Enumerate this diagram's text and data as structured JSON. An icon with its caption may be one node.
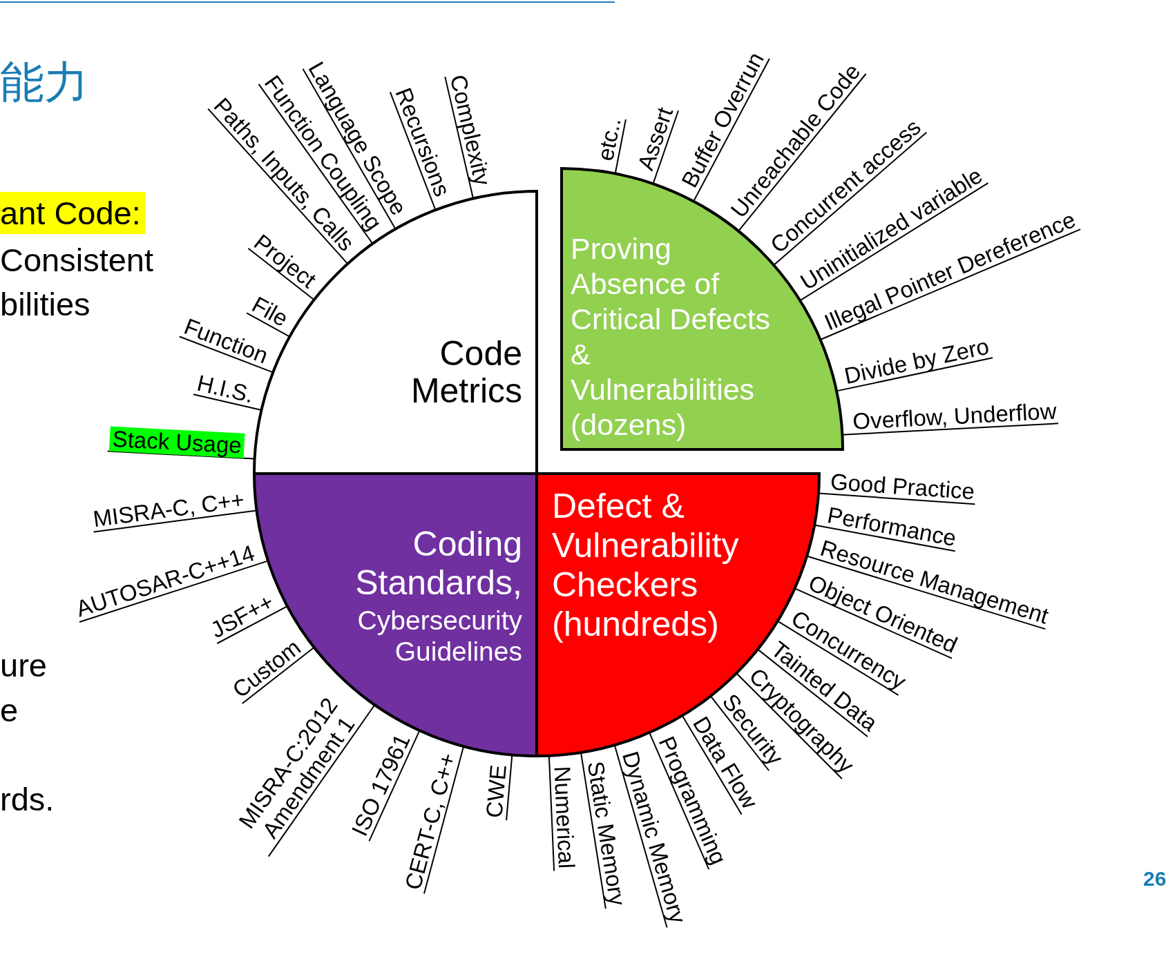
{
  "diagram": {
    "nodes": [
      {
        "text": [
          "Code Metrics"
        ]
      },
      {
        "text": [
          "Proving Absence of Critical Defects & Vulnerabilities (dozens)"
        ]
      },
      {
        "text": [
          "Coding Standards,",
          "Cybersecurity Guidelines"
        ]
      },
      {
        "text": [
          "Defect & Vulnerability Checkers (hundreds)"
        ]
      },
      {
        "text": [
          "Complexity"
        ]
      },
      {
        "text": [
          "Recursions"
        ]
      },
      {
        "text": [
          "Language Scope"
        ]
      },
      {
        "text": [
          "Function Coupling"
        ]
      },
      {
        "text": [
          "Paths, Inputs, Calls"
        ]
      },
      {
        "text": [
          "Project"
        ]
      },
      {
        "text": [
          "File"
        ]
      },
      {
        "text": [
          "Function"
        ]
      },
      {
        "text": [
          "H.I.S."
        ]
      },
      {
        "text": [
          "Stack Usage"
        ]
      },
      {
        "text": [
          "etc.."
        ]
      },
      {
        "text": [
          "Assert"
        ]
      },
      {
        "text": [
          "Buffer Overrun"
        ]
      },
      {
        "text": [
          "Unreachable Code"
        ]
      },
      {
        "text": [
          "Concurrent access"
        ]
      },
      {
        "text": [
          "Uninitialized variable"
        ]
      },
      {
        "text": [
          "Illegal Pointer Dereference"
        ]
      },
      {
        "text": [
          "Divide by Zero"
        ]
      },
      {
        "text": [
          "Overflow, Underflow"
        ]
      },
      {
        "text": [
          "Good Practice"
        ]
      },
      {
        "text": [
          "Performance"
        ]
      },
      {
        "text": [
          "Resource Management"
        ]
      },
      {
        "text": [
          "Object Oriented"
        ]
      },
      {
        "text": [
          "Concurrency"
        ]
      },
      {
        "text": [
          "Tainted Data"
        ]
      },
      {
        "text": [
          "Cryptography"
        ]
      },
      {
        "text": [
          "Security"
        ]
      },
      {
        "text": [
          "Data Flow"
        ]
      },
      {
        "text": [
          "Programming"
        ]
      },
      {
        "text": [
          "Dynamic Memory"
        ]
      },
      {
        "text": [
          "Static Memory"
        ]
      },
      {
        "text": [
          "Numerical"
        ]
      },
      {
        "text": [
          "CWE"
        ]
      },
      {
        "text": [
          "CERT-C, C++"
        ]
      },
      {
        "text": [
          "ISO 17961"
        ]
      },
      {
        "text": [
          "MISRA-C:2012 Amendment 1"
        ]
      },
      {
        "text": [
          "Custom"
        ]
      },
      {
        "text": [
          "JSF++"
        ]
      },
      {
        "text": [
          "AUTOSAR-C++14"
        ]
      },
      {
        "text": [
          "MISRA-C, C++"
        ]
      }
    ],
    "edges": [
      {
        "from": 4,
        "to": 0,
        "arrow": "none"
      },
      {
        "from": 5,
        "to": 0,
        "arrow": "none"
      },
      {
        "from": 6,
        "to": 0,
        "arrow": "none"
      },
      {
        "from": 7,
        "to": 0,
        "arrow": "none"
      },
      {
        "from": 8,
        "to": 0,
        "arrow": "none"
      },
      {
        "from": 9,
        "to": 0,
        "arrow": "none"
      },
      {
        "from": 10,
        "to": 0,
        "arrow": "none"
      },
      {
        "from": 11,
        "to": 0,
        "arrow": "none"
      },
      {
        "from": 12,
        "to": 0,
        "arrow": "none"
      },
      {
        "from": 13,
        "to": 0,
        "arrow": "none"
      },
      {
        "from": 14,
        "to": 1,
        "arrow": "none"
      },
      {
        "from": 15,
        "to": 1,
        "arrow": "none"
      },
      {
        "from": 16,
        "to": 1,
        "arrow": "none"
      },
      {
        "from": 17,
        "to": 1,
        "arrow": "none"
      },
      {
        "from": 18,
        "to": 1,
        "arrow": "none"
      },
      {
        "from": 19,
        "to": 1,
        "arrow": "none"
      },
      {
        "from": 20,
        "to": 1,
        "arrow": "none"
      },
      {
        "from": 21,
        "to": 1,
        "arrow": "none"
      },
      {
        "from": 22,
        "to": 1,
        "arrow": "none"
      },
      {
        "from": 23,
        "to": 3,
        "arrow": "none"
      },
      {
        "from": 24,
        "to": 3,
        "arrow": "none"
      },
      {
        "from": 25,
        "to": 3,
        "arrow": "none"
      },
      {
        "from": 26,
        "to": 3,
        "arrow": "none"
      },
      {
        "from": 27,
        "to": 3,
        "arrow": "none"
      },
      {
        "from": 28,
        "to": 3,
        "arrow": "none"
      },
      {
        "from": 29,
        "to": 3,
        "arrow": "none"
      },
      {
        "from": 30,
        "to": 3,
        "arrow": "none"
      },
      {
        "from": 31,
        "to": 3,
        "arrow": "none"
      },
      {
        "from": 32,
        "to": 3,
        "arrow": "none"
      },
      {
        "from": 33,
        "to": 3,
        "arrow": "none"
      },
      {
        "from": 34,
        "to": 3,
        "arrow": "none"
      },
      {
        "from": 35,
        "to": 3,
        "arrow": "none"
      },
      {
        "from": 36,
        "to": 2,
        "arrow": "none"
      },
      {
        "from": 37,
        "to": 2,
        "arrow": "none"
      },
      {
        "from": 38,
        "to": 2,
        "arrow": "none"
      },
      {
        "from": 39,
        "to": 2,
        "arrow": "none"
      },
      {
        "from": 40,
        "to": 2,
        "arrow": "none"
      },
      {
        "from": 41,
        "to": 2,
        "arrow": "none"
      },
      {
        "from": 42,
        "to": 2,
        "arrow": "none"
      },
      {
        "from": 43,
        "to": 2,
        "arrow": "none"
      }
    ],
    "labels": [
      "能力",
      "ant Code:",
      "Consistent",
      "bilities",
      "ure",
      "e",
      "rds.",
      "26"
    ]
  }
}
